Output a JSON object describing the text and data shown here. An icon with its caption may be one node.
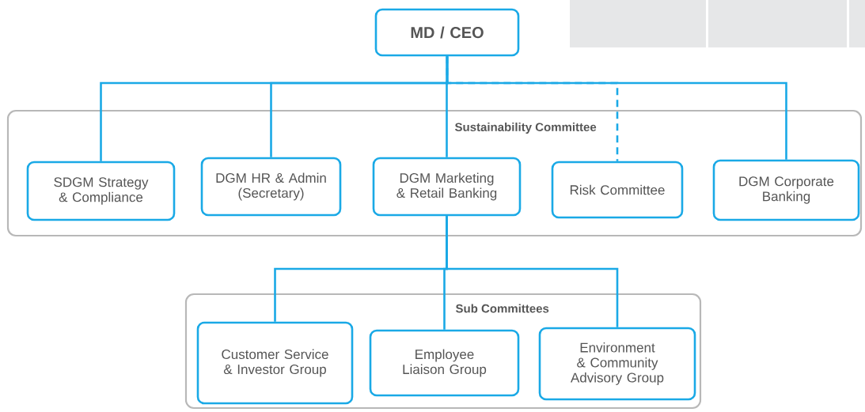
{
  "diagram": {
    "nodes": [
      {
        "text": [
          "MD / CEO"
        ]
      },
      {
        "text": [
          "Sustainability Committee"
        ]
      },
      {
        "text": [
          "SDGM Strategy & Compliance"
        ],
        "in": 1
      },
      {
        "text": [
          "DGM HR & Admin (Secretary)"
        ],
        "in": 1
      },
      {
        "text": [
          "DGM Marketing & Retail Banking"
        ],
        "in": 1
      },
      {
        "text": [
          "Risk Committee"
        ],
        "in": 1
      },
      {
        "text": [
          "DGM Corporate Banking"
        ],
        "in": 1
      },
      {
        "text": [
          "Sub Committees"
        ]
      },
      {
        "text": [
          "Customer Service & Investor Group"
        ],
        "in": 7
      },
      {
        "text": [
          "Employee Liaison Group"
        ],
        "in": 7
      },
      {
        "text": [
          "Environment & Community Advisory Group"
        ],
        "in": 7
      }
    ],
    "edges": [
      {
        "from": 0,
        "to": 2,
        "arrow": "none"
      },
      {
        "from": 0,
        "to": 3,
        "arrow": "none"
      },
      {
        "from": 0,
        "to": 4,
        "arrow": "none"
      },
      {
        "from": 0,
        "to": 5,
        "arrow": "none",
        "style": "dashed"
      },
      {
        "from": 0,
        "to": 6,
        "arrow": "none"
      },
      {
        "from": 4,
        "to": 8,
        "arrow": "none"
      },
      {
        "from": 4,
        "to": 9,
        "arrow": "none"
      },
      {
        "from": 4,
        "to": 10,
        "arrow": "none"
      }
    ]
  }
}
